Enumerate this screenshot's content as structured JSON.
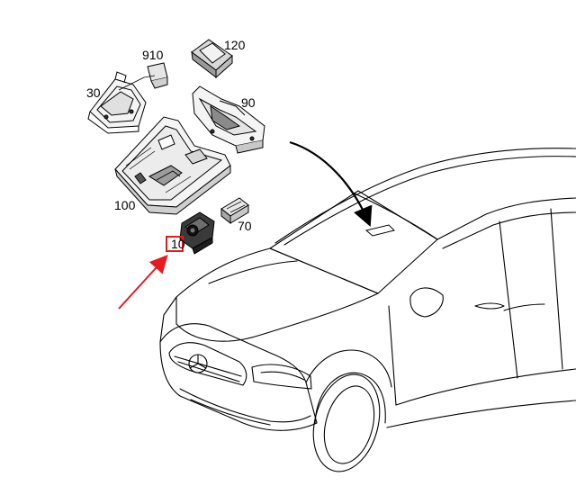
{
  "diagram": {
    "part_labels": {
      "p910": "910",
      "p120": "120",
      "p30": "30",
      "p90": "90",
      "p100": "100",
      "p70": "70",
      "p10": "10"
    },
    "highlighted_part": "10",
    "colors": {
      "line": "#000000",
      "part_fill": "#e6e6e6",
      "part_dark": "#2a2a2a",
      "highlight": "#e8191f",
      "background": "#ffffff"
    }
  }
}
